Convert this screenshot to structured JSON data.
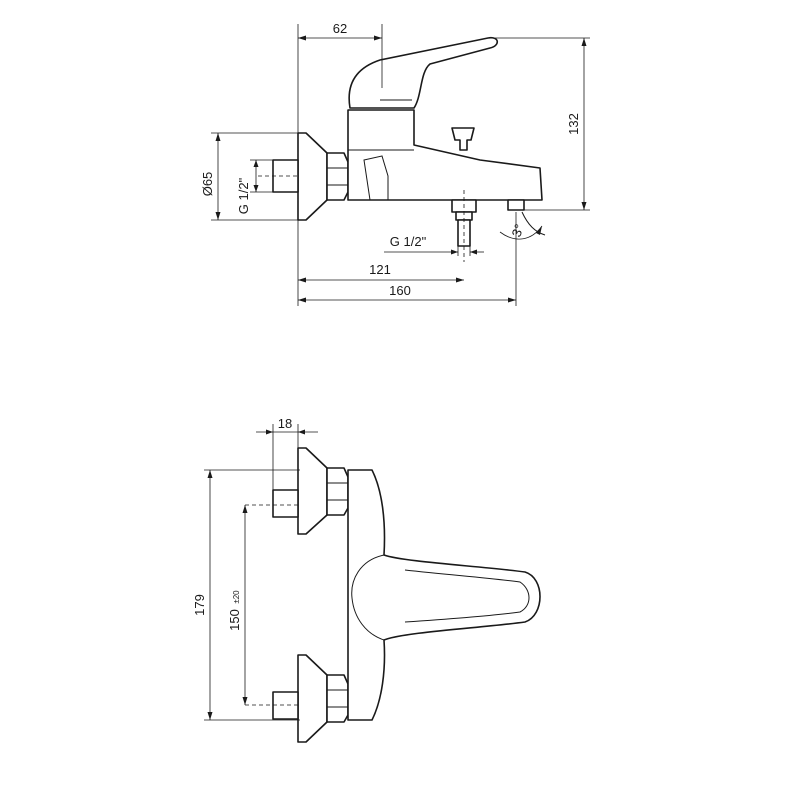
{
  "views": {
    "side": {
      "dimensions": {
        "handle_offset": "62",
        "height": "132",
        "rosette_diameter": "Ø65",
        "inlet_thread": "G 1/2\"",
        "outlet_thread": "G 1/2\"",
        "outlet_distance": "121",
        "overall_length": "160",
        "spout_angle": "3°"
      }
    },
    "top": {
      "dimensions": {
        "rosette_width": "18",
        "overall_width": "179",
        "center_distance": "150",
        "center_tolerance": "±20"
      }
    }
  }
}
